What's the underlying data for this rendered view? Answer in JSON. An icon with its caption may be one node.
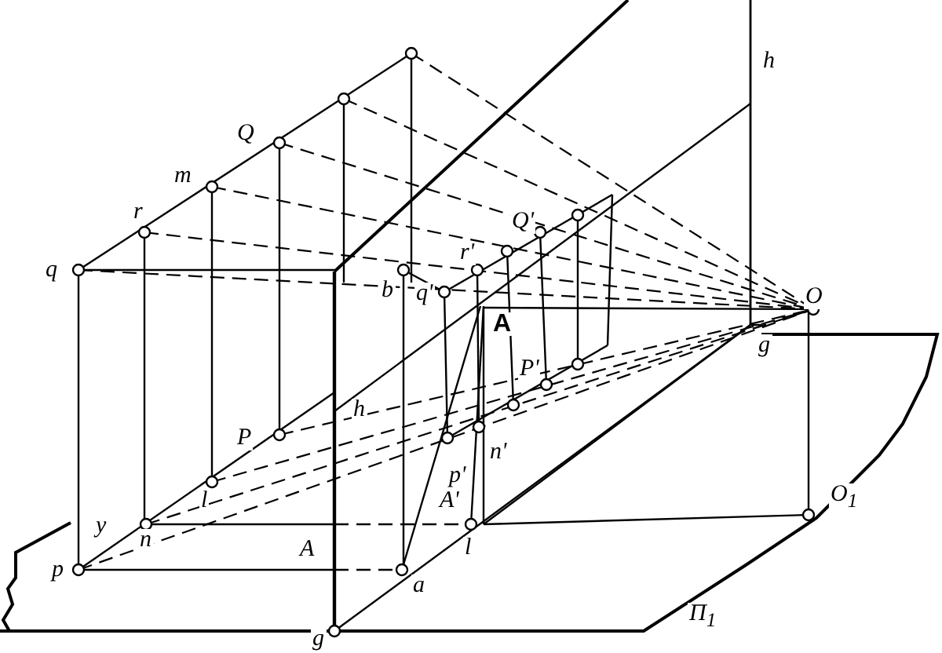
{
  "diagram": {
    "labels": [
      "h",
      "Q",
      "m",
      "r",
      "Q'",
      "r'",
      "b",
      "q'",
      "q",
      "O",
      "A",
      "P'",
      "g",
      "h",
      "P",
      "p'",
      "n'",
      "l",
      "y",
      "n",
      "A'",
      "O$_{1}$",
      "l",
      "p",
      "A",
      "a",
      "П$_{1}$",
      "g"
    ]
  }
}
